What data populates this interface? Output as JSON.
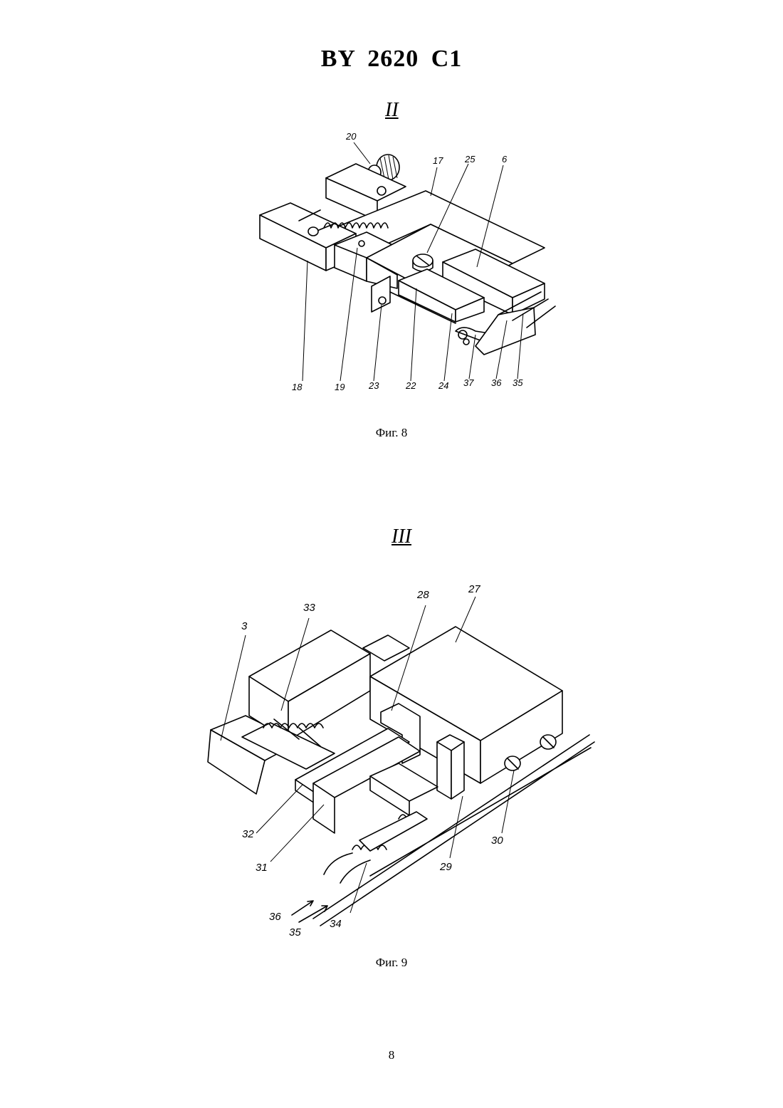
{
  "header": {
    "doc_number": "BY  2620  C1"
  },
  "figure8": {
    "view_label": "II",
    "caption": "Фиг. 8",
    "labels": [
      "20",
      "17",
      "25",
      "6",
      "18",
      "19",
      "23",
      "22",
      "24",
      "37",
      "36",
      "35"
    ]
  },
  "figure9": {
    "view_label": "III",
    "caption": "Фиг. 9",
    "labels": [
      "33",
      "3",
      "28",
      "27",
      "32",
      "31",
      "30",
      "29",
      "36",
      "35",
      "34"
    ]
  },
  "footer": {
    "page_number": "8"
  }
}
